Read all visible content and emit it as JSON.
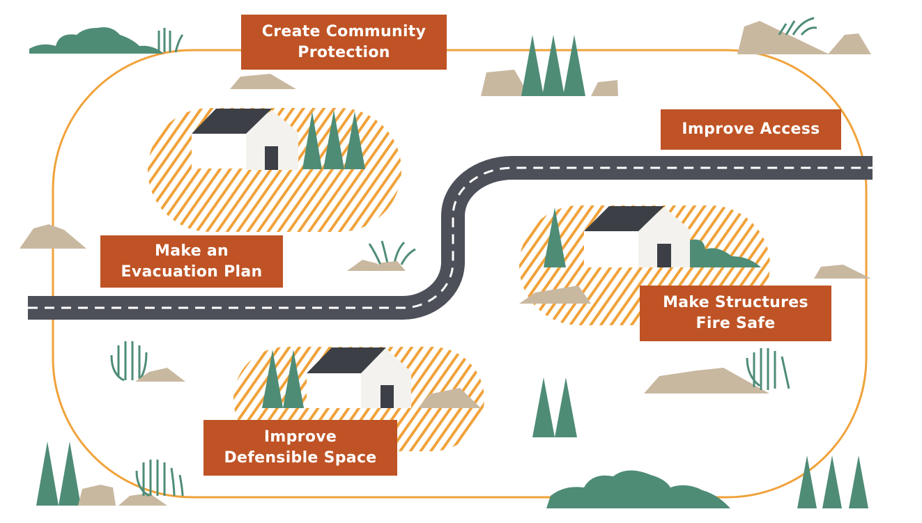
{
  "colors": {
    "loop": "#f0a23a",
    "label_bg": "#bf5325",
    "label_text": "#ffffff",
    "road": "#4d5059",
    "road_dash": "#ffffff",
    "tree": "#4e8c76",
    "rock": "#c9b8a0",
    "roof": "#3c3f45",
    "wall": "#f3f2ee",
    "hatch": "#f0a23a"
  },
  "labels": {
    "create_community_protection": [
      "Create Community",
      "Protection"
    ],
    "improve_access": [
      "Improve Access"
    ],
    "make_evacuation_plan": [
      "Make an",
      "Evacuation Plan"
    ],
    "make_structures_fire_safe": [
      "Make Structures",
      "Fire Safe"
    ],
    "improve_defensible_space": [
      "Improve",
      "Defensible Space"
    ]
  },
  "icons": [
    "house-icon",
    "tree-icon",
    "rock-icon",
    "shrub-icon",
    "grass-icon",
    "road-icon"
  ]
}
